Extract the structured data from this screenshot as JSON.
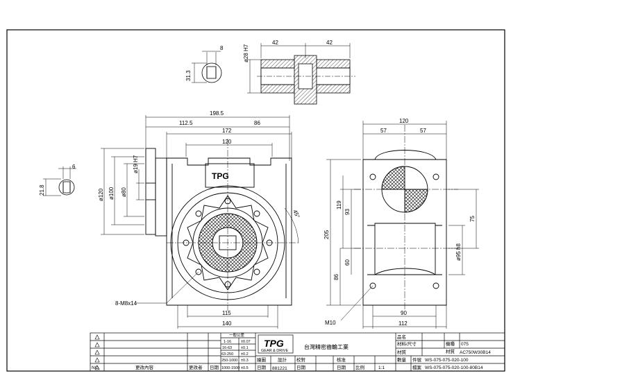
{
  "dimensions": {
    "top_key": {
      "key_width": "8",
      "key_height": "31.3"
    },
    "top_shaft": {
      "len_left": "42",
      "len_right": "42",
      "bore": "ø28 H7"
    },
    "left_key": {
      "key_width": "6",
      "key_height": "21.8"
    },
    "front": {
      "overall": "198.5",
      "left_part": "112.5",
      "right_part": "86",
      "width_172": "172",
      "width_120": "120",
      "dia_120": "ø120",
      "dia_100": "ø100",
      "dia_80": "ø80",
      "bore_19": "ø19 H7",
      "angle": "45°",
      "holes": "8-M8x14",
      "bottom_115": "115",
      "bottom_140": "140"
    },
    "side": {
      "width_120": "120",
      "half_left": "57",
      "half_right": "57",
      "height_205": "205",
      "height_119": "119",
      "height_93": "93",
      "height_60": "60",
      "height_86": "86",
      "height_75": "75",
      "shaft": "ø95 h8",
      "mount": "M10",
      "bottom_90": "90",
      "bottom_112": "112"
    }
  },
  "title_block": {
    "revision_col_headers": {
      "no": "NO.",
      "content": "更改內容",
      "approver": "更改者",
      "date": "日期"
    },
    "revision_marks": [
      "",
      "",
      "",
      "",
      ""
    ],
    "tolerance": {
      "title": "一般公差",
      "rows": [
        {
          "range": "1-16",
          "tol": "±0.07"
        },
        {
          "range": "16-63",
          "tol": "±0.1"
        },
        {
          "range": "63-250",
          "tol": "±0.2"
        },
        {
          "range": "250-1000",
          "tol": "±0.3"
        },
        {
          "range": "1000-1500",
          "tol": "±0.5"
        }
      ]
    },
    "company_logo_text": "TPG",
    "company_sub": "GEAR & DRIVE",
    "company_name": "台灣精密齒輪工業",
    "labels": {
      "drawing_no_label": "機種",
      "drafter": "繪圖",
      "design": "設計",
      "check": "校對",
      "approve": "核准",
      "date_label": "日期",
      "part_name_label": "品名",
      "material": "材料/尺寸",
      "type": "材質",
      "qty": "數量",
      "scale_label": "比例",
      "draw_no": "件號",
      "file_no": "檔案"
    },
    "values": {
      "date": "881221",
      "model": "075",
      "part_name": "AC750W30B14",
      "scale": "1:1",
      "draw_no": "WS-075-075-020-100",
      "file_no": "WS-075-075-020-100-80B14"
    }
  }
}
